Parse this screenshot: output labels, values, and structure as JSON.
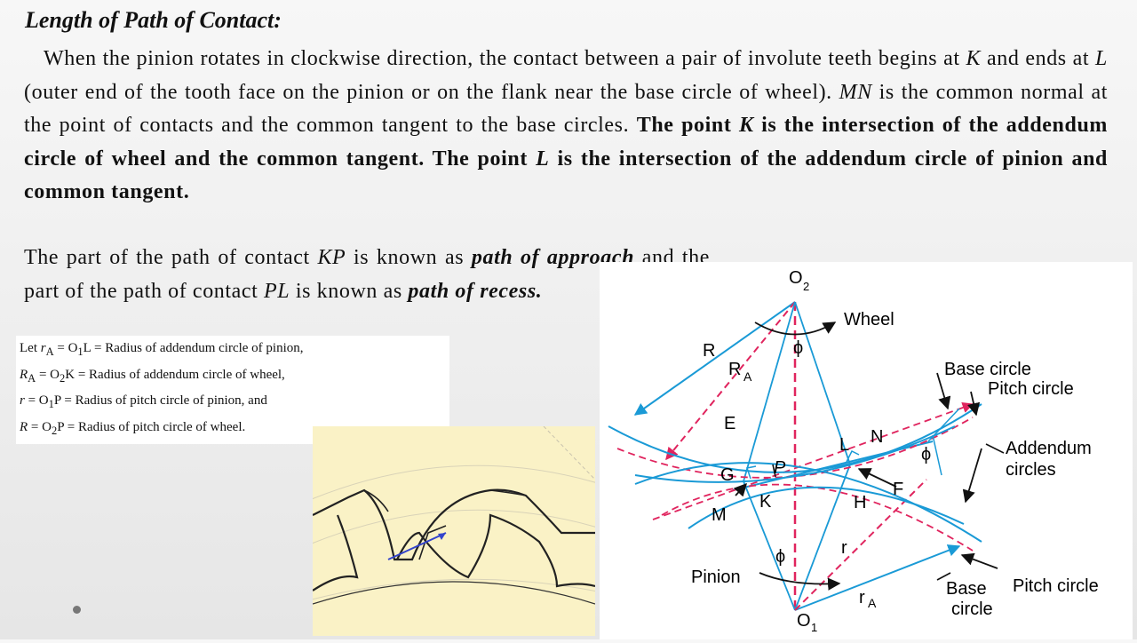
{
  "title": "Length of Path of Contact:",
  "paragraph": {
    "s1": "When the pinion rotates in clockwise direction, the contact between a pair of involute teeth begins at ",
    "K1": "K",
    "s2": " and ends at ",
    "L1": "L",
    "s3": " (outer end of the tooth face on the pinion or on the flank near the base circle of wheel). ",
    "MN": "MN",
    "s4": " is the common normal at the point of contacts and the common tangent to the base circles. ",
    "b1": "The point ",
    "K2": "K",
    "b2": " is the intersection of the addendum circle of wheel and the common tangent. The point ",
    "L2": "L",
    "b3": " is the intersection of the addendum circle of pinion and common tangent."
  },
  "paragraph2": {
    "s1": "The part of the path of contact ",
    "KP": "KP",
    "s2": " is known as ",
    "approach": "path of approach",
    "s3": " and the part of the path of contact ",
    "PL": "PL",
    "s4": " is known as ",
    "recess": "path of recess."
  },
  "definitions": [
    {
      "sym": "r",
      "sub": "A",
      "eq": " = O",
      "s1": "1",
      "rest": "L = Radius of addendum circle of pinion,"
    },
    {
      "sym": "R",
      "sub": "A",
      "eq": " = O",
      "s1": "2",
      "rest": "K = Radius of addendum circle of wheel,"
    },
    {
      "sym": "r",
      "sub": "",
      "eq": " = O",
      "s1": "1",
      "rest": "P = Radius of pitch circle of pinion, and"
    },
    {
      "sym": "R",
      "sub": "",
      "eq": " = O",
      "s1": "2",
      "rest": "P = Radius of pitch circle of wheel."
    }
  ],
  "definitions_prefix": "Let ",
  "diagram": {
    "labels": {
      "O2": "O",
      "O2sub": "2",
      "O1": "O",
      "O1sub": "1",
      "wheel": "Wheel",
      "pinion": "Pinion",
      "R": "R",
      "RA": "R",
      "RAsub": "A",
      "phi_top": "ϕ",
      "phi_bot": "ϕ",
      "phi_right": "ϕ",
      "E": "E",
      "G": "G",
      "P": "P",
      "L": "L",
      "N": "N",
      "F": "F",
      "H": "H",
      "K": "K",
      "M": "M",
      "r": "r",
      "rA": "r",
      "rAsub": "A",
      "base_circle_top": "Base circle",
      "pitch_circle_top": "Pitch circle",
      "addendum_1": "Addendum",
      "addendum_2": "circles",
      "base_circle_bot_1": "Base",
      "base_circle_bot_2": "circle",
      "pitch_circle_bot": "Pitch circle"
    }
  },
  "colors": {
    "diagram_line": "#1a9ad6",
    "diagram_red": "#e0245e",
    "highlight": "#faf2c6"
  }
}
